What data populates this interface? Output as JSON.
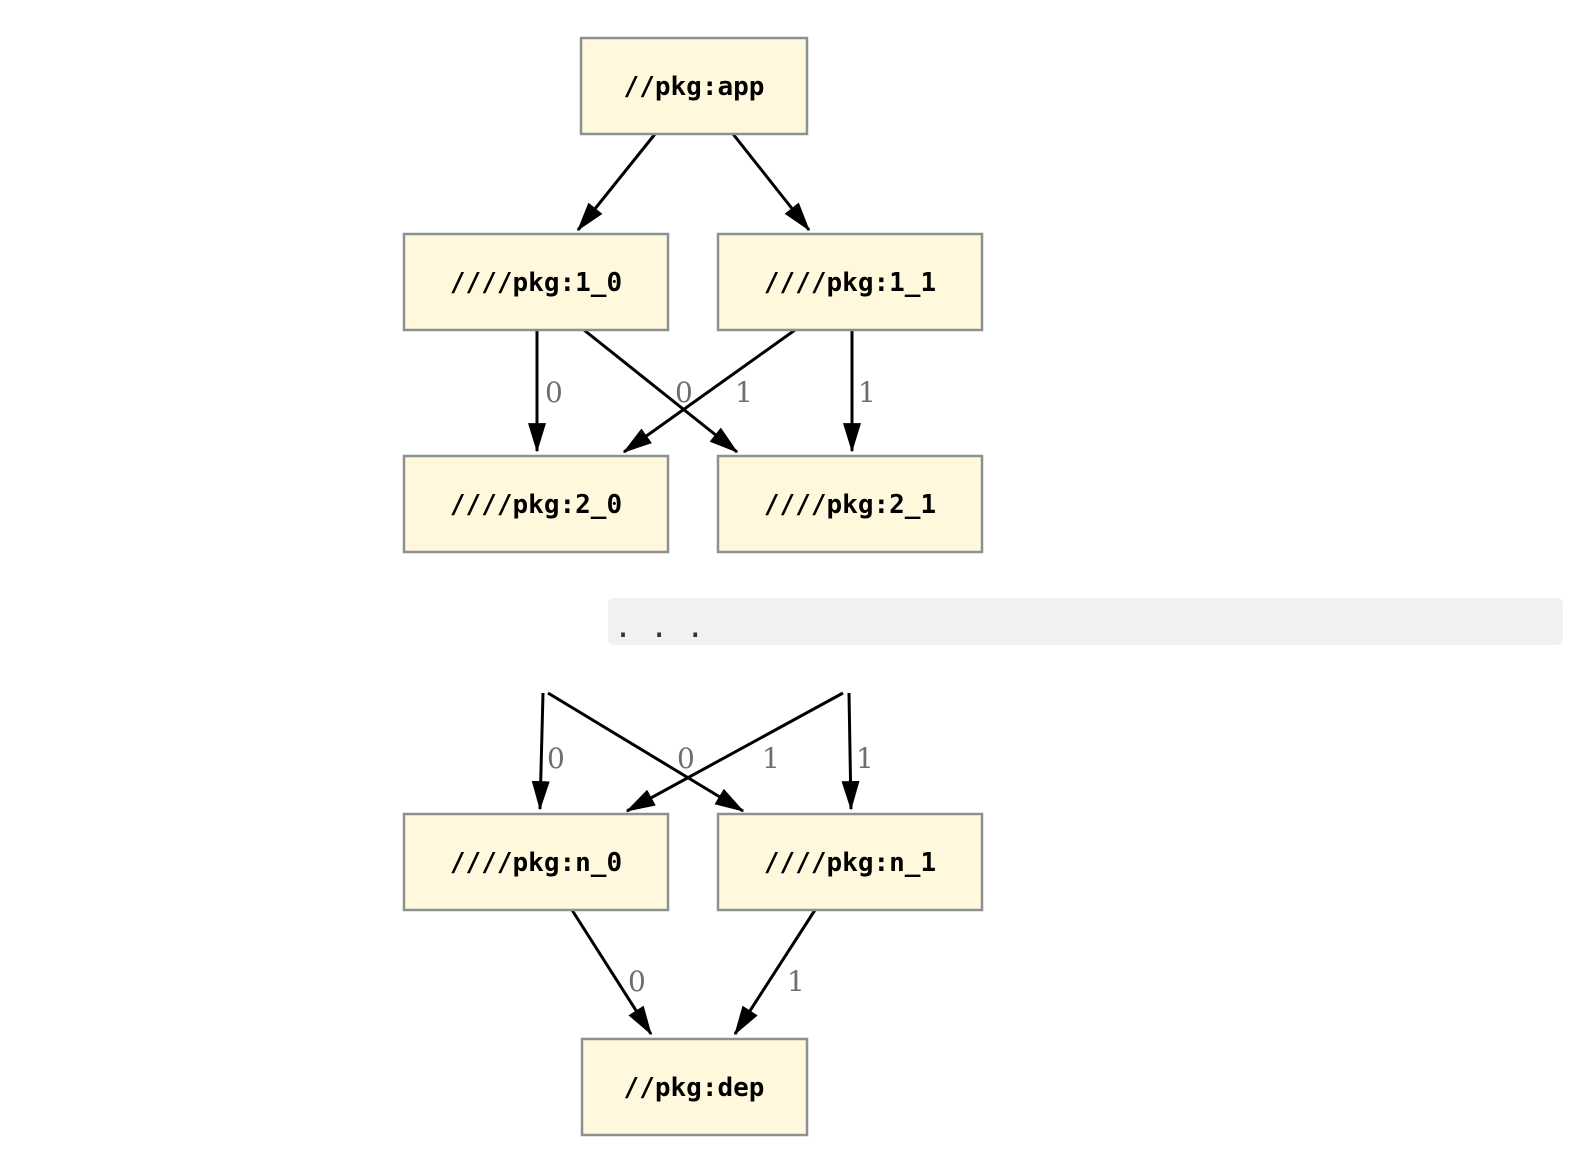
{
  "colors": {
    "background": "#ffffff",
    "node_fill": "#fff8dc",
    "node_border": "#8c9191",
    "node_text": "#000000",
    "edge": "#000000",
    "edge_label": "#6e6e6e",
    "band_bg": "#f1f1f1",
    "dots": "#333333"
  },
  "graph": {
    "nodes": {
      "app": "//pkg:app",
      "1_0": "////pkg:1_0",
      "1_1": "////pkg:1_1",
      "2_0": "////pkg:2_0",
      "2_1": "////pkg:2_1",
      "n_0": "////pkg:n_0",
      "n_1": "////pkg:n_1",
      "dep": "//pkg:dep"
    },
    "edges": [
      {
        "from": "//pkg:app",
        "to": "////pkg:1_0",
        "label": ""
      },
      {
        "from": "//pkg:app",
        "to": "////pkg:1_1",
        "label": ""
      },
      {
        "from": "////pkg:1_0",
        "to": "////pkg:2_0",
        "label": "0"
      },
      {
        "from": "////pkg:1_0",
        "to": "////pkg:2_1",
        "label": "1"
      },
      {
        "from": "////pkg:1_1",
        "to": "////pkg:2_0",
        "label": "0"
      },
      {
        "from": "////pkg:1_1",
        "to": "////pkg:2_1",
        "label": "1"
      },
      {
        "from": "",
        "to": "////pkg:n_0",
        "label": "0"
      },
      {
        "from": "",
        "to": "////pkg:n_1",
        "label": "1"
      },
      {
        "from": "",
        "to": "////pkg:n_0",
        "label": "0"
      },
      {
        "from": "",
        "to": "////pkg:n_1",
        "label": "1"
      },
      {
        "from": "////pkg:n_0",
        "to": "//pkg:dep",
        "label": "0"
      },
      {
        "from": "////pkg:n_1",
        "to": "//pkg:dep",
        "label": "1"
      }
    ],
    "edge_labels": {
      "upper": [
        "0",
        "0",
        "1",
        "1"
      ],
      "middle": [
        "0",
        "0",
        "1",
        "1"
      ],
      "lower": [
        "0",
        "1"
      ]
    },
    "ellipsis": ". . ."
  }
}
